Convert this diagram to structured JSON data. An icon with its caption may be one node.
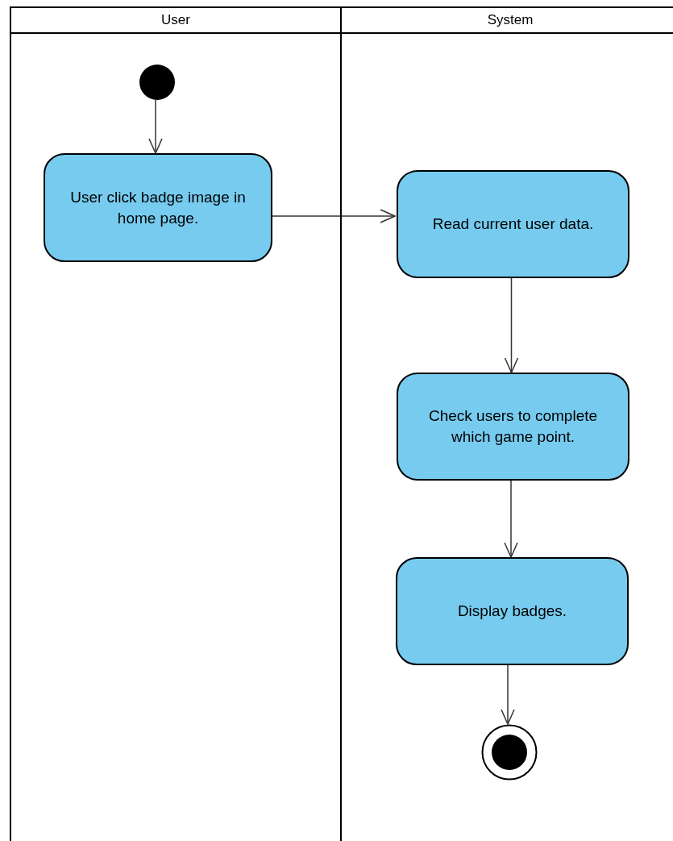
{
  "diagram": {
    "nodes": [
      {
        "text": [
          "User"
        ]
      },
      {
        "text": [
          "System"
        ]
      },
      {
        "text": [],
        "shape": "circle",
        "in": 0
      },
      {
        "text": [
          "User click badge image in home page."
        ],
        "in": 0
      },
      {
        "text": [
          "Read current user data."
        ],
        "in": 1
      },
      {
        "text": [
          "Check users to complete which game point."
        ],
        "in": 1
      },
      {
        "text": [
          "Display badges."
        ],
        "in": 1
      },
      {
        "text": [],
        "shape": "circle",
        "in": 1
      }
    ],
    "edges": [
      {
        "from": 2,
        "to": 3,
        "arrow": "to"
      },
      {
        "from": 3,
        "to": 4,
        "arrow": "to"
      },
      {
        "from": 4,
        "to": 5,
        "arrow": "to"
      },
      {
        "from": 5,
        "to": 6,
        "arrow": "to"
      },
      {
        "from": 6,
        "to": 7,
        "arrow": "to"
      }
    ]
  }
}
